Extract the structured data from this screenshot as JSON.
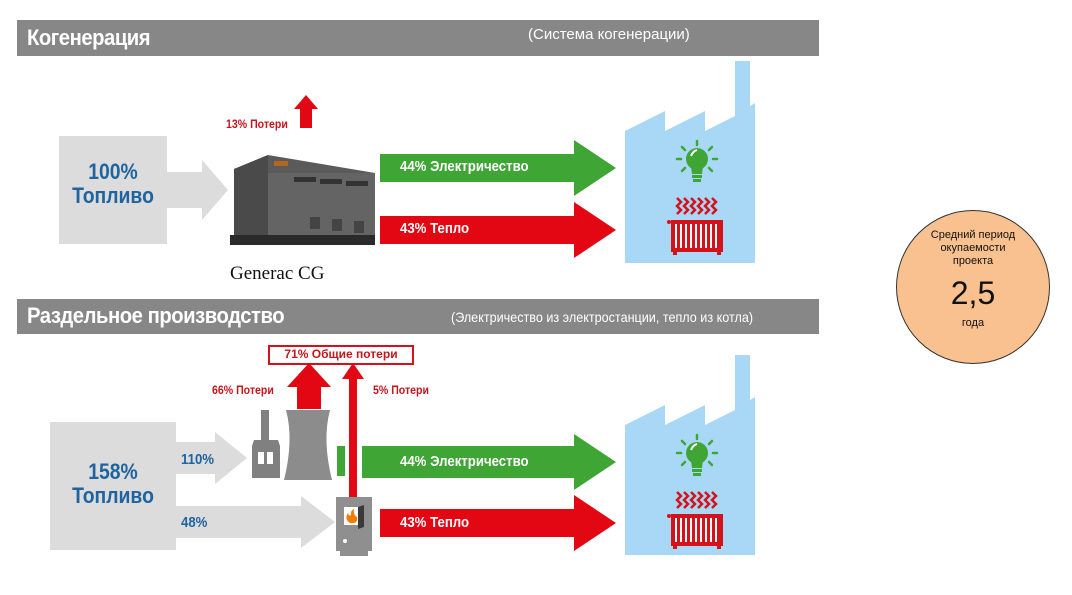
{
  "cogeneration": {
    "title": "Когенерация",
    "subtitle": "(Система когенерации)",
    "fuel": {
      "percent": "100%",
      "label": "Топливо"
    },
    "losses": "13% Потери",
    "generator_caption": "Generac CG",
    "electricity": "44% Электричество",
    "heat": "43% Тепло"
  },
  "separate": {
    "title": "Раздельное производство",
    "subtitle": "(Электричество из электростанции, тепло из котла)",
    "fuel": {
      "percent": "158%",
      "label": "Топливо"
    },
    "to_power_plant": "110%",
    "to_boiler": "48%",
    "total_losses": "71% Общие потери",
    "plant_losses": "66% Потери",
    "boiler_losses": "5% Потери",
    "electricity": "44% Электричество",
    "heat": "43% Тепло"
  },
  "payback": {
    "line1": "Средний период",
    "line2": "окупаемости",
    "line3": "проекта",
    "value": "2,5",
    "unit": "года"
  },
  "colors": {
    "band": "#878787",
    "fuel_gray": "#dcdcdc",
    "fuel_text": "#1f63a0",
    "green": "#3fa535",
    "red": "#e30613",
    "factory": "#a8d8f5",
    "circle": "#f8c18f"
  },
  "icons": [
    "factory-icon",
    "lightbulb-icon",
    "radiator-icon",
    "generator-icon",
    "power-plant-icon",
    "boiler-icon",
    "flame-icon"
  ]
}
